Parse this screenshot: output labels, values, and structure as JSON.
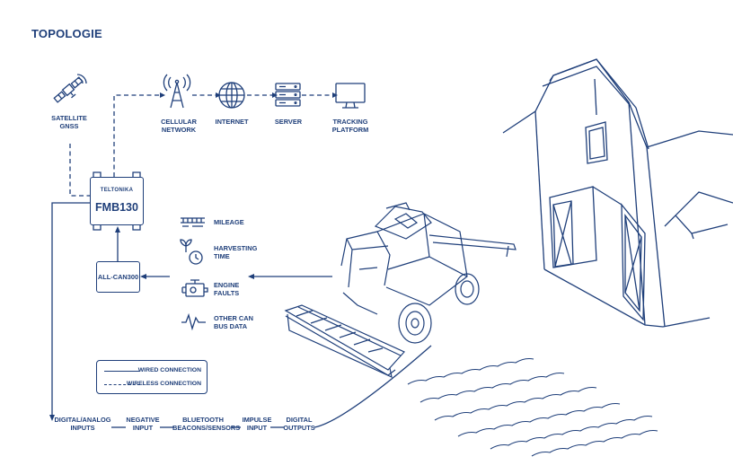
{
  "title": "TOPOLOGIE",
  "nodes": {
    "satellite": "SATELLITE\nGNSS",
    "cellular": "CELLULAR\nNETWORK",
    "internet": "INTERNET",
    "server": "SERVER",
    "tracking": "TRACKING\nPLATFORM",
    "device_brand": "TELTONIKA",
    "device_model": "FMB130",
    "can_adapter": "ALL-CAN300"
  },
  "can_data": {
    "mileage": "MILEAGE",
    "harvesting": "HARVESTING\nTIME",
    "engine": "ENGINE\nFAULTS",
    "other": "OTHER CAN\nBUS DATA"
  },
  "legend": {
    "wired": "WIRED CONNECTION",
    "wireless": "WIRELESS CONNECTION"
  },
  "io": {
    "digital_analog": "DIGITAL/ANALOG\nINPUTS",
    "negative": "NEGATIVE\nINPUT",
    "bluetooth": "BLUETOOTH\nBEACONS/SENSORS",
    "impulse": "IMPULSE\nINPUT",
    "digital_out": "DIGITAL\nOUTPUTS"
  },
  "colors": {
    "line": "#1f3f7a",
    "background": "#ffffff"
  },
  "icons": [
    "satellite-icon",
    "cell-tower-icon",
    "globe-icon",
    "server-icon",
    "monitor-icon",
    "odometer-icon",
    "plant-clock-icon",
    "engine-icon",
    "wave-icon",
    "combine-harvester-illustration",
    "barn-illustration",
    "field-rows-illustration"
  ]
}
